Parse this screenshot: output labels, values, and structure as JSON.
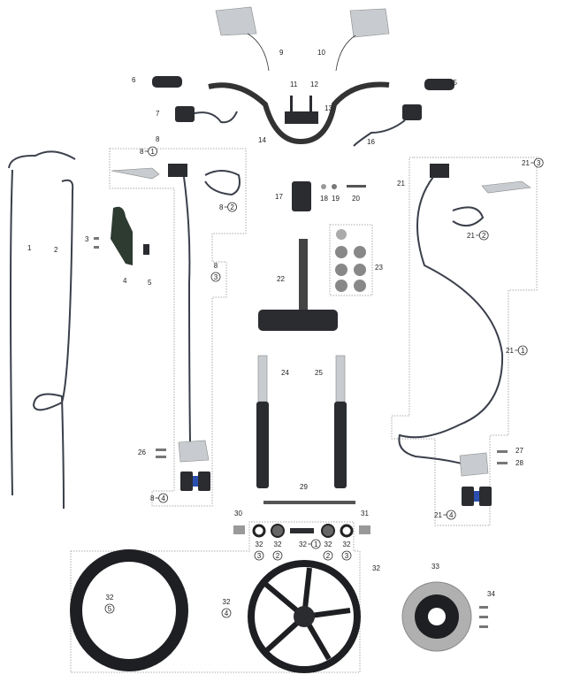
{
  "diagram": {
    "type": "exploded-parts-diagram",
    "callouts": [
      {
        "ref": "9"
      },
      {
        "ref": "10"
      },
      {
        "ref": "6"
      },
      {
        "ref": "15"
      },
      {
        "ref": "11"
      },
      {
        "ref": "12"
      },
      {
        "ref": "13"
      },
      {
        "ref": "7"
      },
      {
        "ref": "14"
      },
      {
        "ref": "16"
      },
      {
        "ref": "8"
      },
      {
        "ref": "8",
        "sub": "1"
      },
      {
        "ref": "8",
        "sub": "2"
      },
      {
        "ref": "8",
        "sub": "3"
      },
      {
        "ref": "3"
      },
      {
        "ref": "4"
      },
      {
        "ref": "5"
      },
      {
        "ref": "1"
      },
      {
        "ref": "2"
      },
      {
        "ref": "17"
      },
      {
        "ref": "18"
      },
      {
        "ref": "19"
      },
      {
        "ref": "20"
      },
      {
        "ref": "22"
      },
      {
        "ref": "23"
      },
      {
        "ref": "21"
      },
      {
        "ref": "21",
        "sub": "3"
      },
      {
        "ref": "21",
        "sub": "2"
      },
      {
        "ref": "21",
        "sub": "1"
      },
      {
        "ref": "24"
      },
      {
        "ref": "25"
      },
      {
        "ref": "26"
      },
      {
        "ref": "27"
      },
      {
        "ref": "28"
      },
      {
        "ref": "8",
        "sub": "4"
      },
      {
        "ref": "29"
      },
      {
        "ref": "21",
        "sub": "4"
      },
      {
        "ref": "30"
      },
      {
        "ref": "31"
      },
      {
        "ref": "32",
        "sub": "3"
      },
      {
        "ref": "32",
        "sub": "2"
      },
      {
        "ref": "32",
        "sub": "1"
      },
      {
        "ref": "32",
        "sub": "2"
      },
      {
        "ref": "32",
        "sub": "3"
      },
      {
        "ref": "32"
      },
      {
        "ref": "33"
      },
      {
        "ref": "34"
      },
      {
        "ref": "32",
        "sub": "4"
      },
      {
        "ref": "32",
        "sub": "5"
      }
    ]
  }
}
